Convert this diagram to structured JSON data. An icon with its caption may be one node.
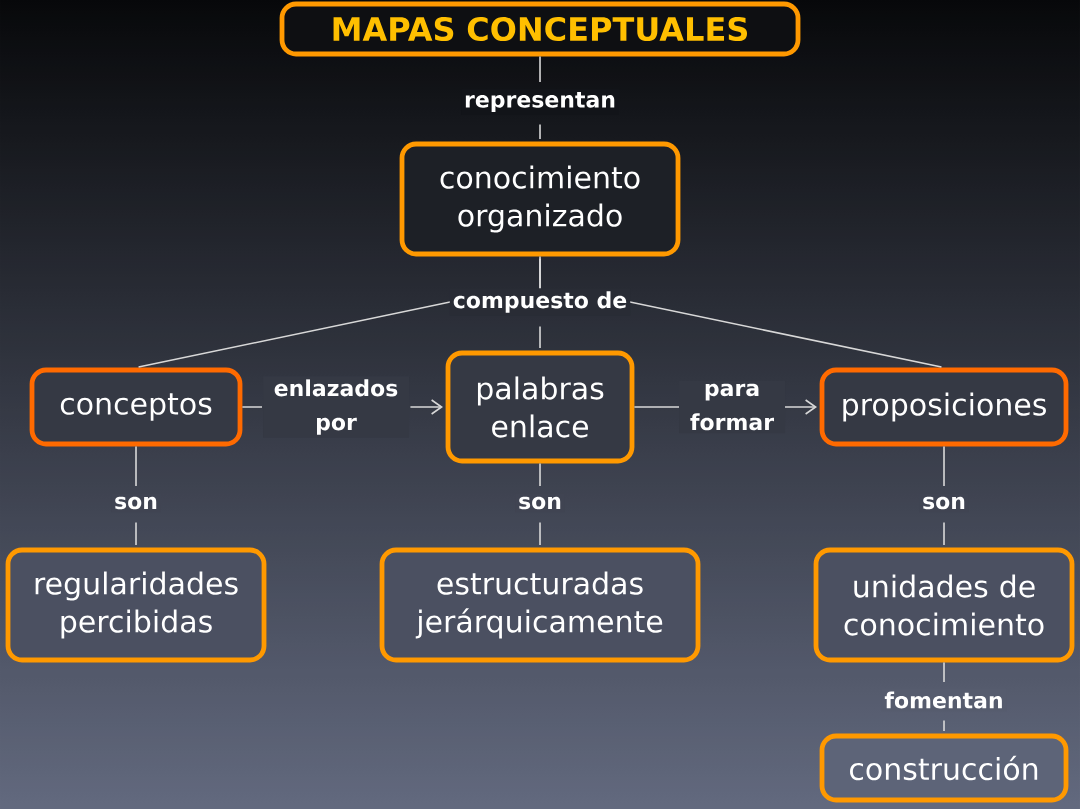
{
  "diagram": {
    "nodes": [
      {
        "text": [
          "MAPAS CONCEPTUALES"
        ]
      },
      {
        "text": [
          "conocimiento organizado"
        ]
      },
      {
        "text": [
          "conceptos"
        ]
      },
      {
        "text": [
          "palabras enlace"
        ]
      },
      {
        "text": [
          "proposiciones"
        ]
      },
      {
        "text": [
          "regularidades percibidas"
        ]
      },
      {
        "text": [
          "estructuradas jerárquicamente"
        ]
      },
      {
        "text": [
          "unidades de conocimiento"
        ]
      },
      {
        "text": [
          "construcción"
        ]
      }
    ],
    "edges": [
      {
        "from": 0,
        "to": 1,
        "arrow": "none",
        "label": "representan"
      },
      {
        "from": 1,
        "to": 2,
        "arrow": "none"
      },
      {
        "from": 1,
        "to": 3,
        "arrow": "none",
        "label": "compuesto de"
      },
      {
        "from": 1,
        "to": 4,
        "arrow": "none"
      },
      {
        "from": 2,
        "to": 3,
        "arrow": "to",
        "label": "enlazados por"
      },
      {
        "from": 3,
        "to": 4,
        "arrow": "to",
        "label": "para formar"
      },
      {
        "from": 2,
        "to": 5,
        "arrow": "none",
        "label": "son"
      },
      {
        "from": 3,
        "to": 6,
        "arrow": "none",
        "label": "son"
      },
      {
        "from": 4,
        "to": 7,
        "arrow": "none",
        "label": "son"
      },
      {
        "from": 7,
        "to": 8,
        "arrow": "none",
        "label": "fomentan"
      }
    ]
  }
}
